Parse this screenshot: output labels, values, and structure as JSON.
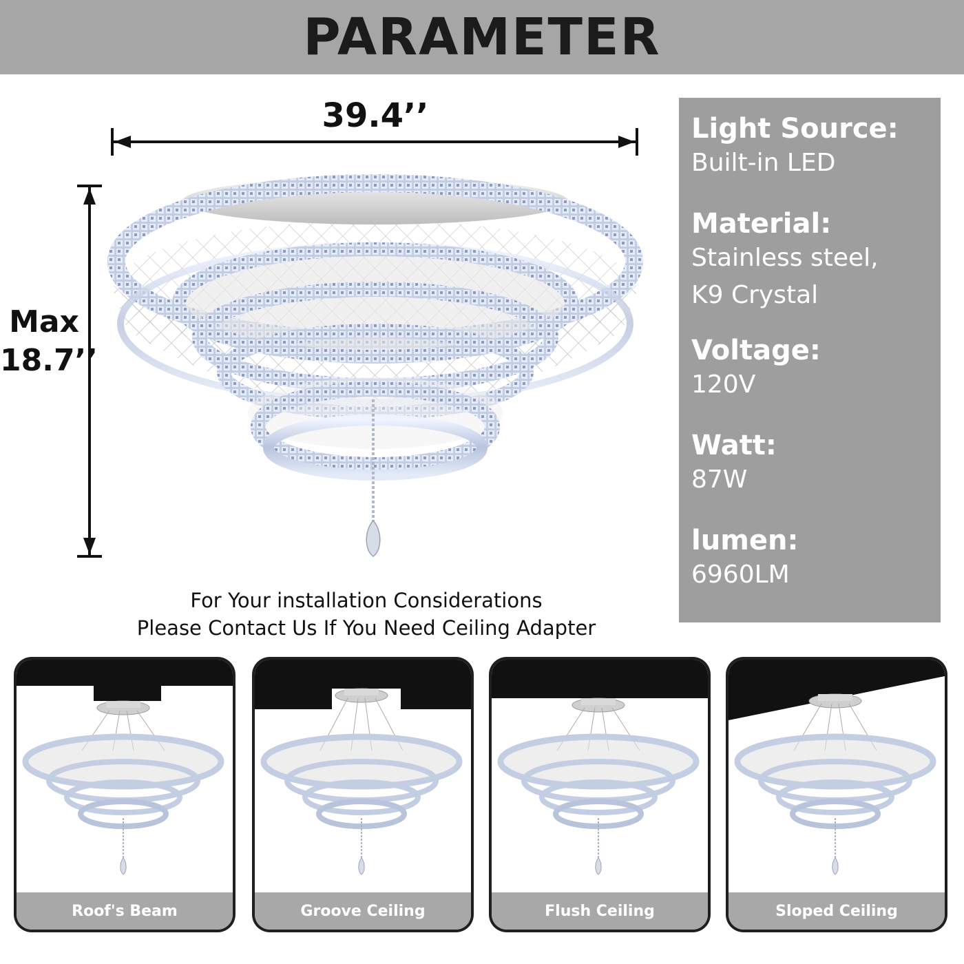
{
  "header": {
    "title": "PARAMETER"
  },
  "dimensions": {
    "width_label": "39.4’’",
    "height_label_line1": "Max",
    "height_label_line2": "18.7’’"
  },
  "specs": {
    "light_source": {
      "label": "Light Source:",
      "value": "Built-in LED"
    },
    "material": {
      "label": "Material:",
      "value_line1": "Stainless steel,",
      "value_line2": "K9 Crystal"
    },
    "voltage": {
      "label": "Voltage:",
      "value": "120V"
    },
    "watt": {
      "label": "Watt:",
      "value": "87W"
    },
    "lumen": {
      "label": "lumen:",
      "value": "6960LM"
    }
  },
  "note": {
    "line1": "For Your installation Considerations",
    "line2": "Please Contact Us If You Need Ceiling Adapter"
  },
  "installations": [
    {
      "label": "Roof's Beam",
      "ceiling": "beam"
    },
    {
      "label": "Groove Ceiling",
      "ceiling": "groove"
    },
    {
      "label": "Flush Ceiling",
      "ceiling": "flush"
    },
    {
      "label": "Sloped Ceiling",
      "ceiling": "sloped"
    }
  ],
  "colors": {
    "header_bg": "#a6a6a6",
    "panel_bg": "#9e9e9e",
    "crystal": "#c9d3e6",
    "crystal_highlight": "#eef3ff"
  }
}
